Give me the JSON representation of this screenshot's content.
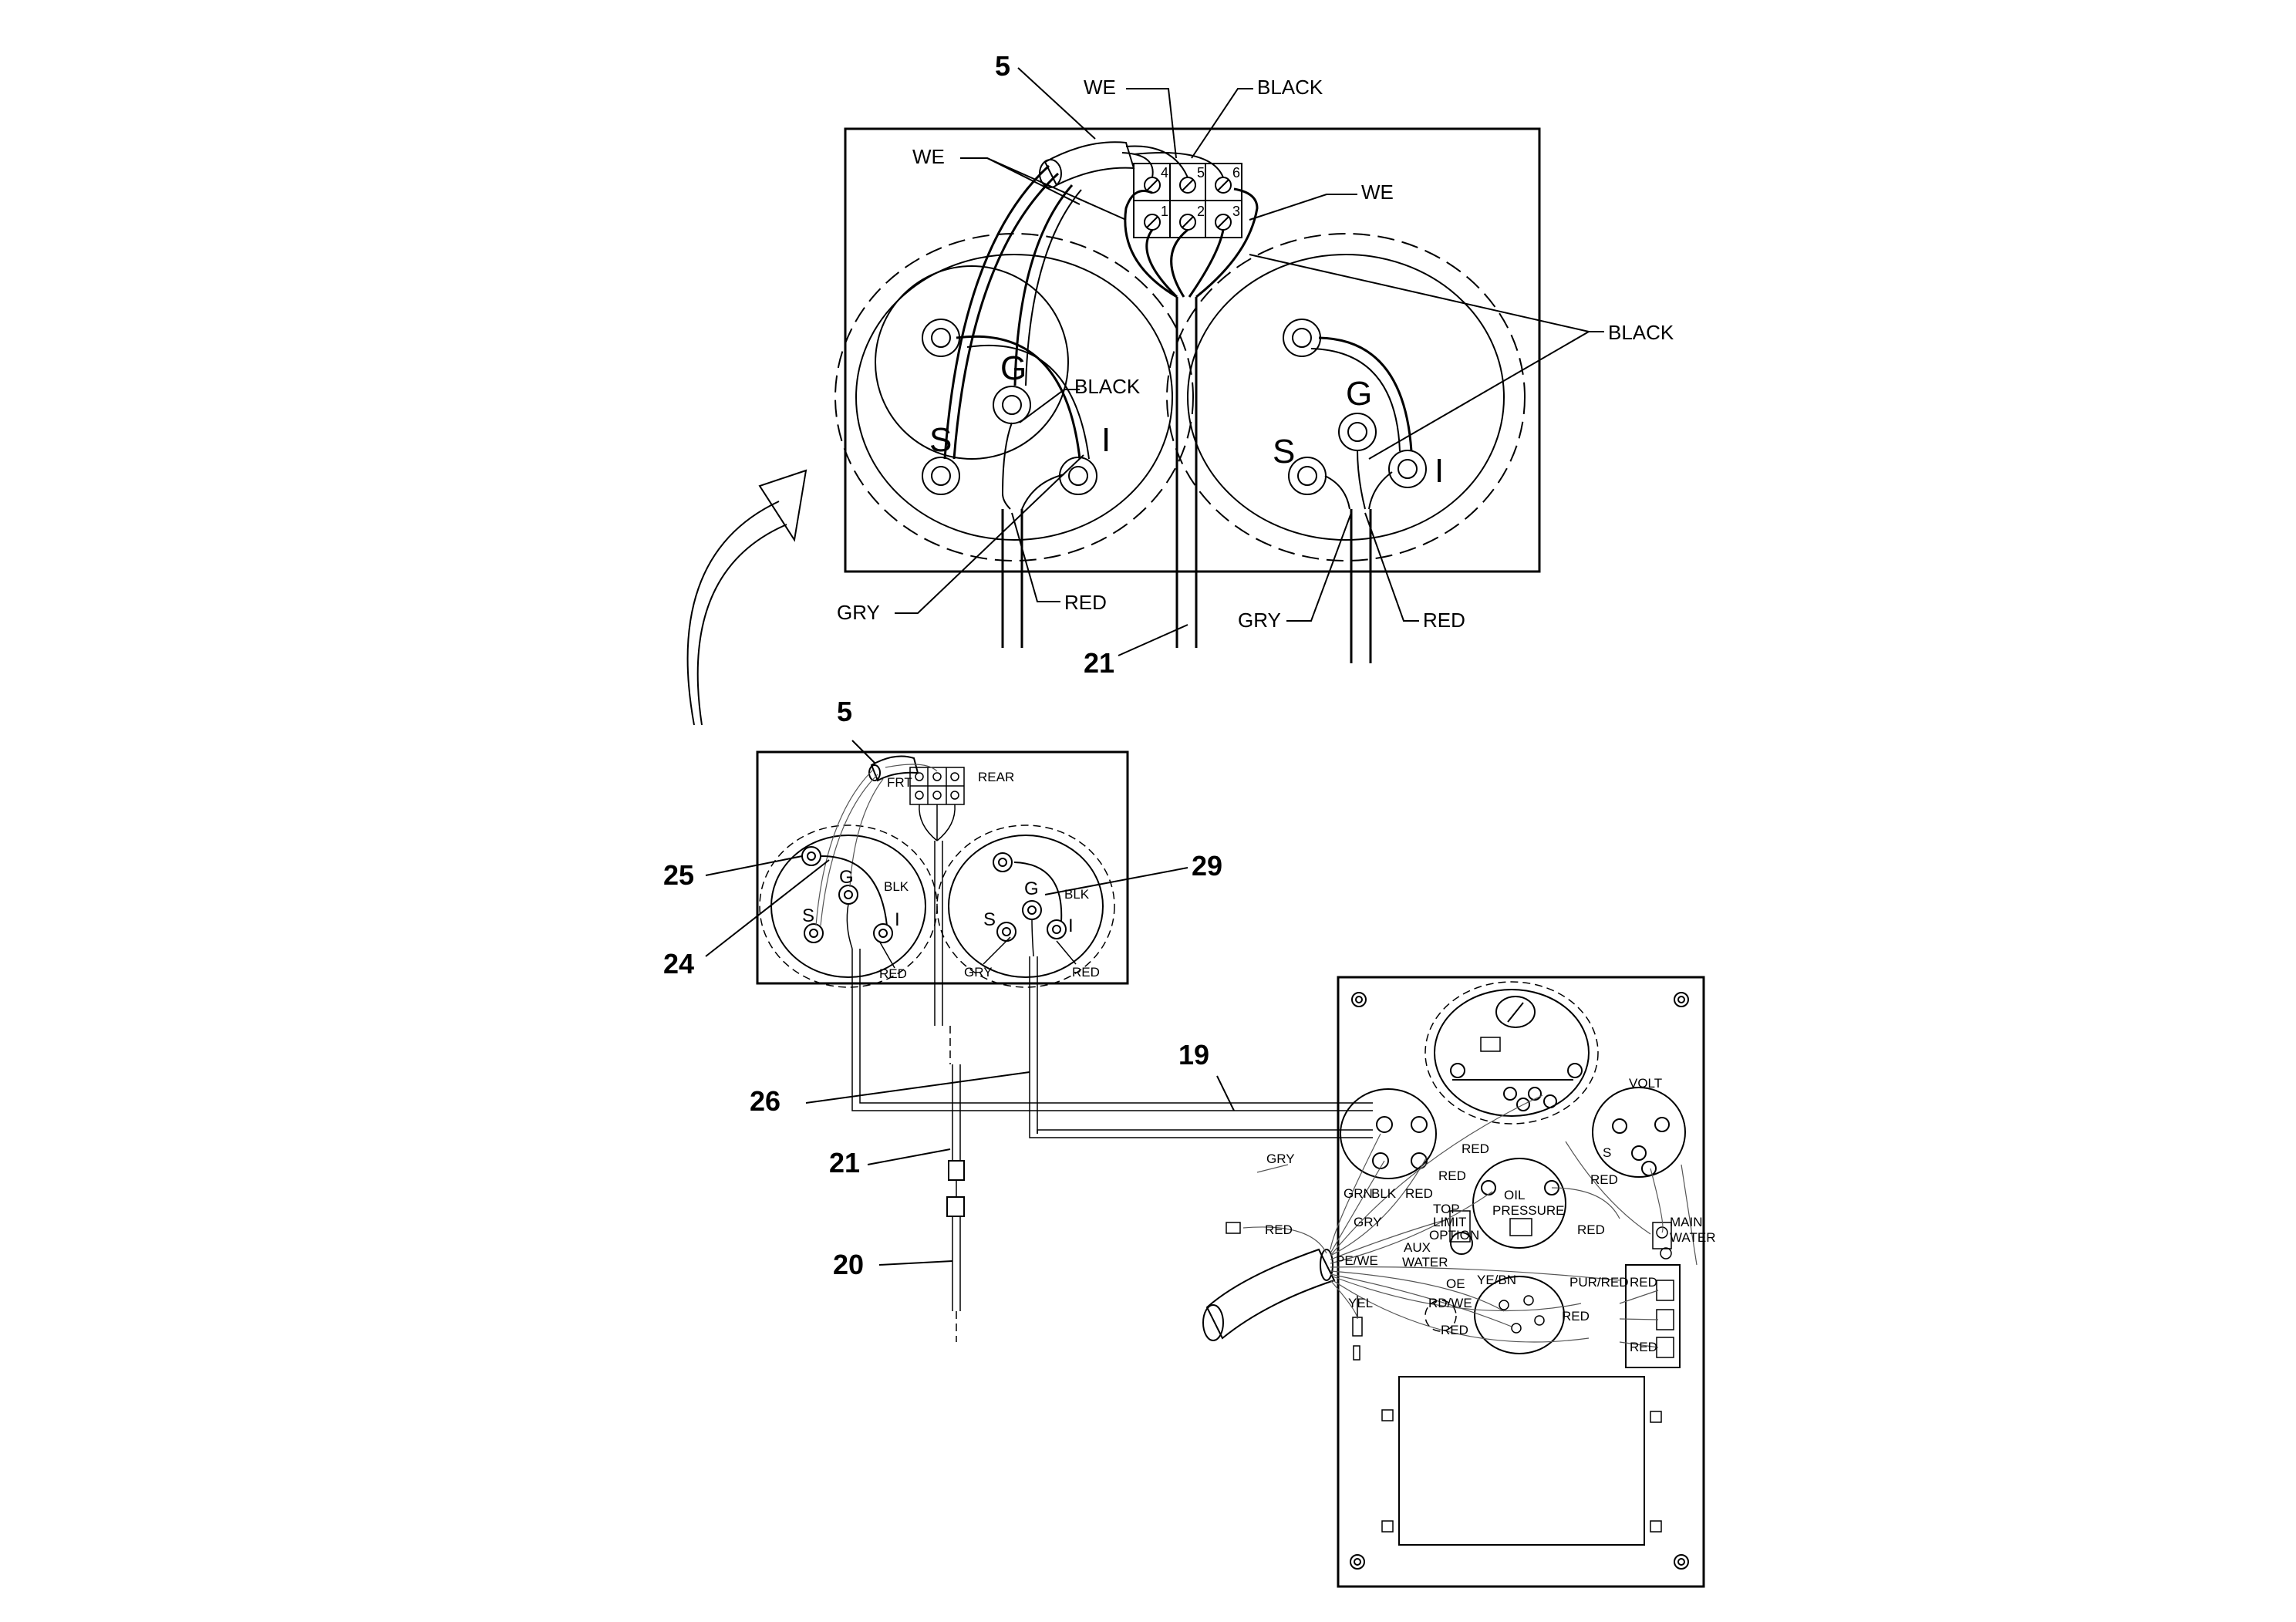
{
  "top_view": {
    "labels": {
      "we_top": "WE",
      "black_top": "BLACK",
      "we_left": "WE",
      "we_right": "WE",
      "black_right": "BLACK",
      "black_mid": "BLACK",
      "gry_left": "GRY",
      "red_left": "RED",
      "gry_right": "GRY",
      "red_right": "RED"
    },
    "terminal_numbers": [
      "4",
      "5",
      "6",
      "1",
      "2",
      "3"
    ],
    "gauge_left_terms": {
      "s": "S",
      "g": "G",
      "i": "I"
    },
    "gauge_right_terms": {
      "s": "S",
      "g": "G",
      "i": "I"
    },
    "callouts": {
      "c5": "5",
      "c21": "21"
    }
  },
  "middle_view": {
    "labels": {
      "frt": "FRT",
      "rear": "REAR",
      "blk_left": "BLK",
      "blk_right": "BLK",
      "red_left": "RED",
      "red_right": "RED",
      "gry": "GRY"
    },
    "gauge_left_terms": {
      "s": "S",
      "g": "G",
      "i": "I"
    },
    "gauge_right_terms": {
      "s": "S",
      "g": "G",
      "i": "I"
    },
    "callouts": {
      "c5": "5",
      "c25": "25",
      "c24": "24",
      "c29": "29",
      "c26": "26",
      "c19": "19",
      "c21": "21",
      "c20": "20"
    }
  },
  "panel": {
    "labels": {
      "volt": "VOLT",
      "gry": "GRY",
      "red1": "RED",
      "red2": "RED",
      "red3": "RED",
      "red4": "RED",
      "red5": "RED",
      "red6": "RED",
      "red7": "RED",
      "red8": "RED",
      "red9": "RED",
      "red10": "RED",
      "grn": "GRN",
      "blk": "BLK",
      "gry2": "GRY",
      "oil": "OIL",
      "pressure": "PRESSURE",
      "main": "MAIN",
      "water": "WATER",
      "aux": "AUX",
      "aux_water": "WATER",
      "limit_top": "TOP",
      "limit": "LIMIT",
      "option": "OPTION",
      "pewe": "PE/WE",
      "oe": "OE",
      "yebn": "YE/BN",
      "purred": "PUR/RED",
      "rdwe": "RD/WE",
      "yel": "YEL",
      "s": "S"
    }
  }
}
